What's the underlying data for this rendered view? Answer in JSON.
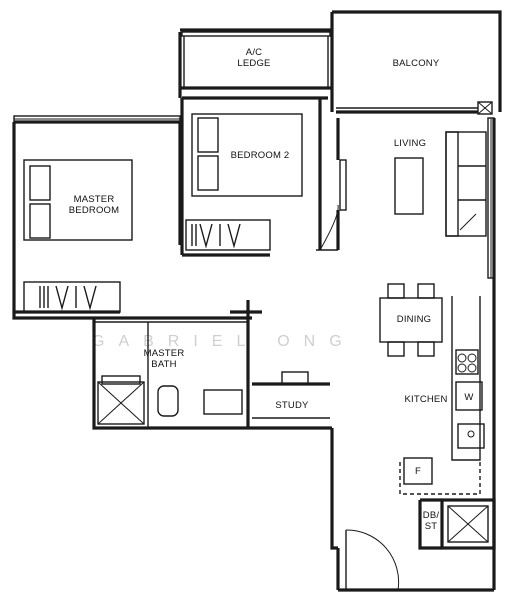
{
  "rooms": {
    "ac_ledge": [
      "A/C",
      "LEDGE"
    ],
    "balcony": "BALCONY",
    "bedroom2": "BEDROOM 2",
    "living": "LIVING",
    "master_bedroom": [
      "MASTER",
      "BEDROOM"
    ],
    "dining": "DINING",
    "master_bath": [
      "MASTER",
      "BATH"
    ],
    "study": "STUDY",
    "kitchen": "KITCHEN",
    "db_st": [
      "DB/",
      "ST"
    ]
  },
  "appliances": {
    "washer": "W",
    "fridge": "F"
  },
  "watermark": "GABRIEL ONG"
}
